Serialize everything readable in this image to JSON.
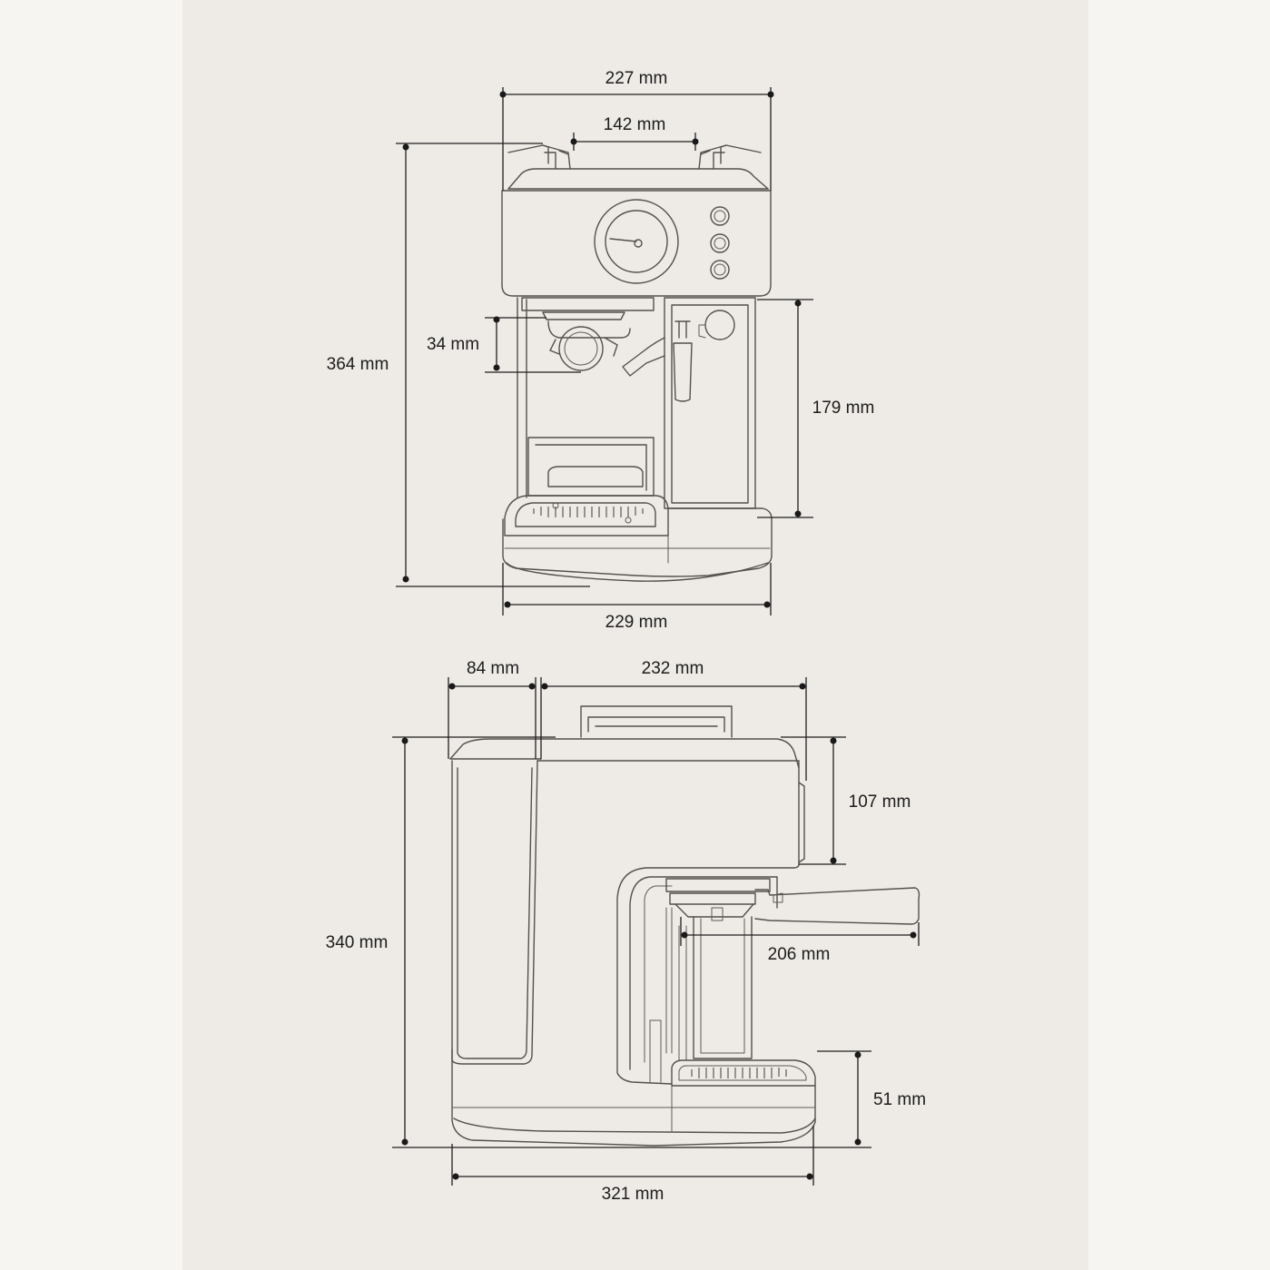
{
  "front_view": {
    "width_top": "227 mm",
    "handle_spacing": "142 mm",
    "height_total": "364 mm",
    "portafilter_height": "34 mm",
    "tank_height": "179 mm",
    "width_base": "229 mm"
  },
  "side_view": {
    "tank_depth": "84 mm",
    "body_depth": "232 mm",
    "head_height": "107 mm",
    "height_total": "340 mm",
    "portafilter_length": "206 mm",
    "drip_tray_height": "51 mm",
    "depth_total": "321 mm"
  }
}
